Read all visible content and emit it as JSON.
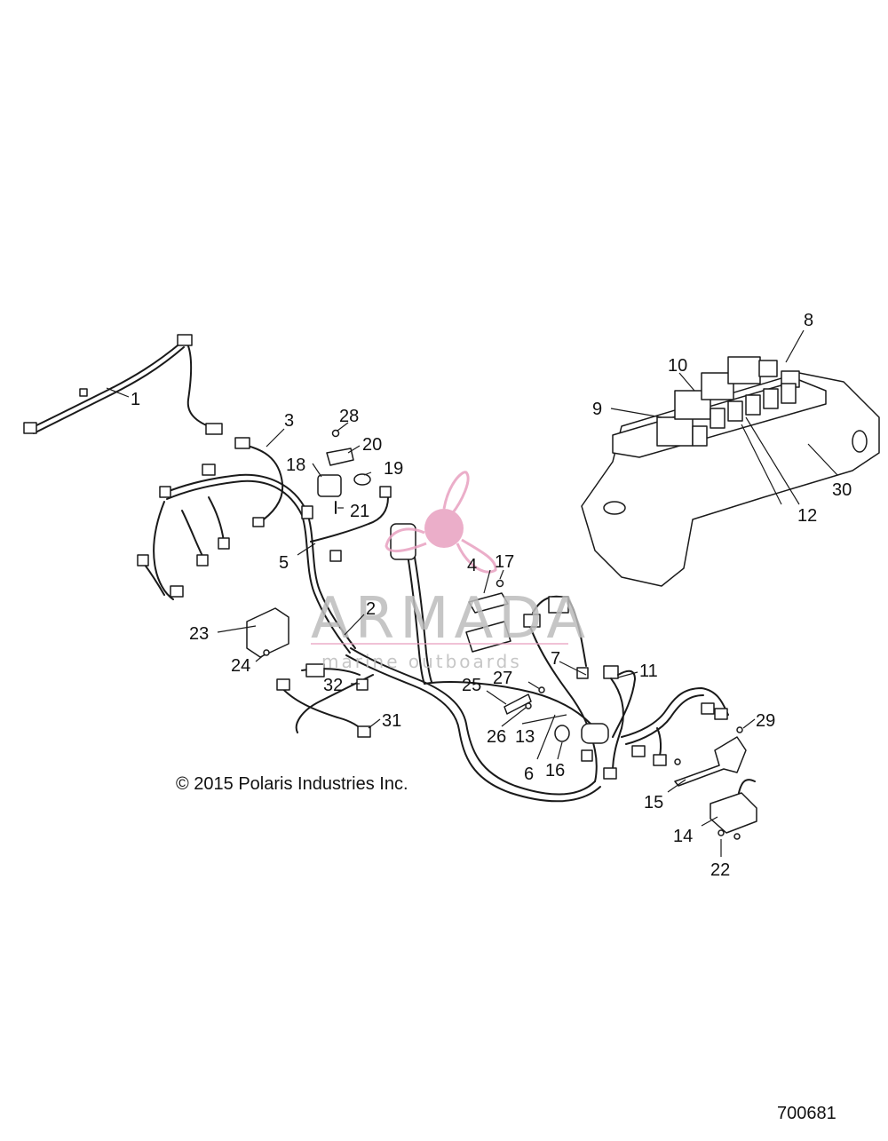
{
  "diagram": {
    "callouts": [
      "1",
      "2",
      "3",
      "4",
      "5",
      "6",
      "7",
      "8",
      "9",
      "10",
      "11",
      "12",
      "13",
      "14",
      "15",
      "16",
      "17",
      "18",
      "19",
      "20",
      "21",
      "22",
      "23",
      "24",
      "25",
      "26",
      "27",
      "28",
      "29",
      "30",
      "31",
      "32"
    ],
    "copyright": "© 2015 Polaris Industries Inc.",
    "figure_number": "700681"
  },
  "watermark": {
    "brand": "ARMADA",
    "tagline": "marine outboards",
    "color": "#e8a0c0"
  }
}
